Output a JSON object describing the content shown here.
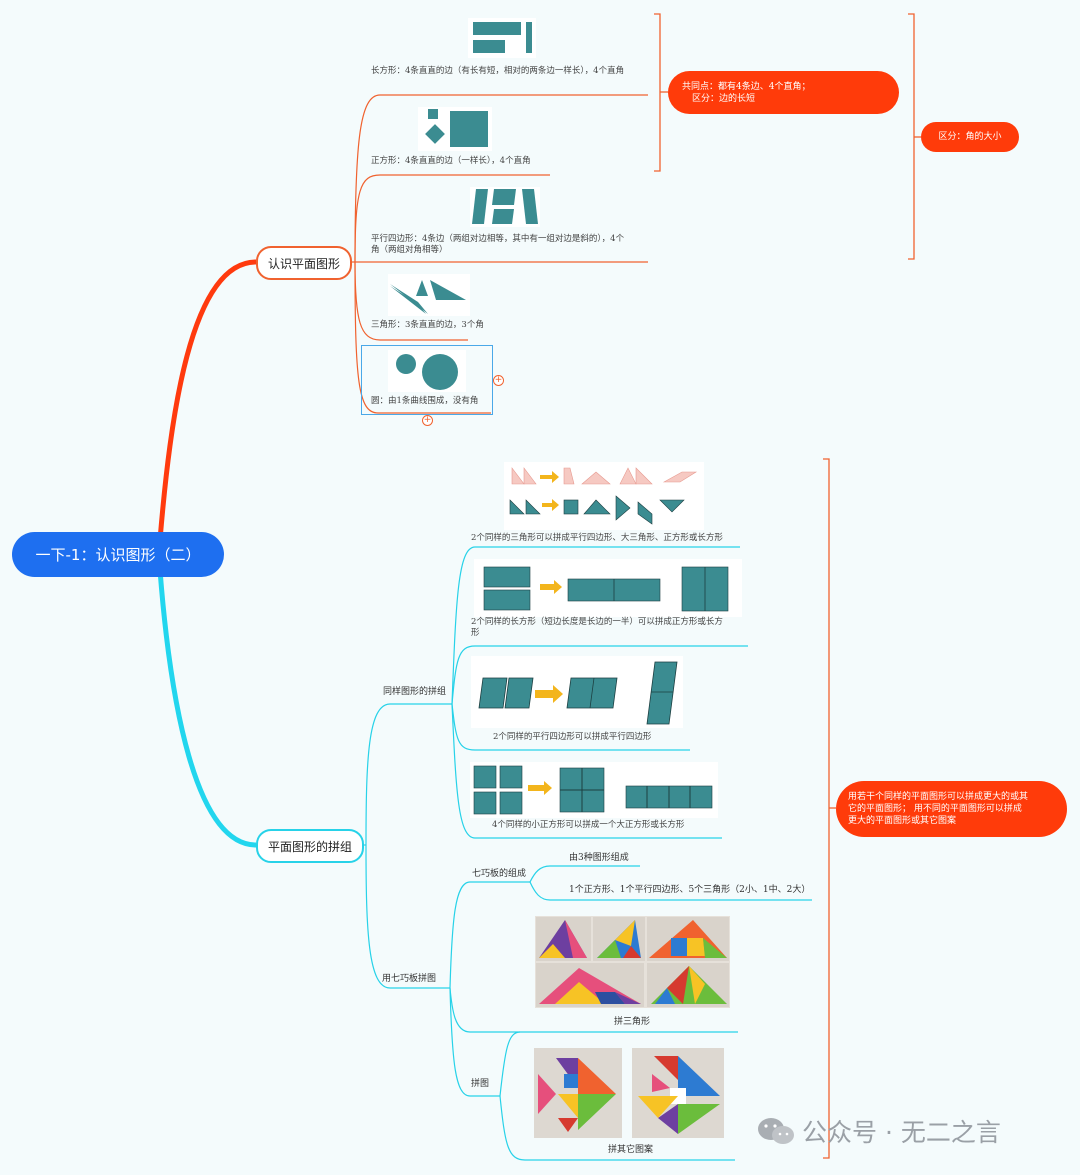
{
  "root": "一下-1：认识图形（二）",
  "branches": {
    "recognize": "认识平面图形",
    "combine": "平面图形的拼组"
  },
  "shapes": {
    "rectangle": "长方形：4条直直的边（有长有短，相对的两条边一样长），4个直角",
    "square": "正方形：4条直直的边（一样长），4个直角",
    "parallelogram_line1": "平行四边形：4条边（两组对边相等，其中有一组对边是斜的），4个",
    "parallelogram_line2": "角（两组对角相等）",
    "triangle": "三角形：3条直直的边，3个角",
    "circle": "圆：由1条曲线围成，没有角"
  },
  "notes": {
    "common_line1": "共同点：都有4条边、4个直角；",
    "common_line2": "区分：边的长短",
    "diff": "区分：角的大小",
    "combine_summary_line1": "用若干个同样的平面图形可以拼成更大的或其",
    "combine_summary_line2": "它的平面图形； 用不同的平面图形可以拼成",
    "combine_summary_line3": "更大的平面图形或其它图案"
  },
  "combine": {
    "same_shapes": "同样图形的拼组",
    "tri_caption": "2个同样的三角形可以拼成平行四边形、大三角形、正方形或长方形",
    "rect_caption_line1": "2个同样的长方形（短边长度是长边的一半）可以拼成正方形或长方",
    "rect_caption_line2": "形",
    "para_caption": "2个同样的平行四边形可以拼成平行四边形",
    "square_caption": "4个同样的小正方形可以拼成一个大正方形或长方形",
    "tangram": "用七巧板拼图",
    "tangram_comp": "七巧板的组成",
    "tangram_comp_a": "由3种图形组成",
    "tangram_comp_b": "1个正方形、1个平行四边形、5个三角形（2小、1中、2大）",
    "tangram_tri": "拼三角形",
    "puzzle": "拼图",
    "puzzle_caption": "拼其它图案"
  },
  "watermark": "公众号 · 无二之言",
  "colors": {
    "root": "#1e6ff0",
    "branch_top": "#f0622f",
    "branch_bottom": "#27d2e8",
    "note": "#ff3b0a",
    "shape": "#3b8c91"
  }
}
